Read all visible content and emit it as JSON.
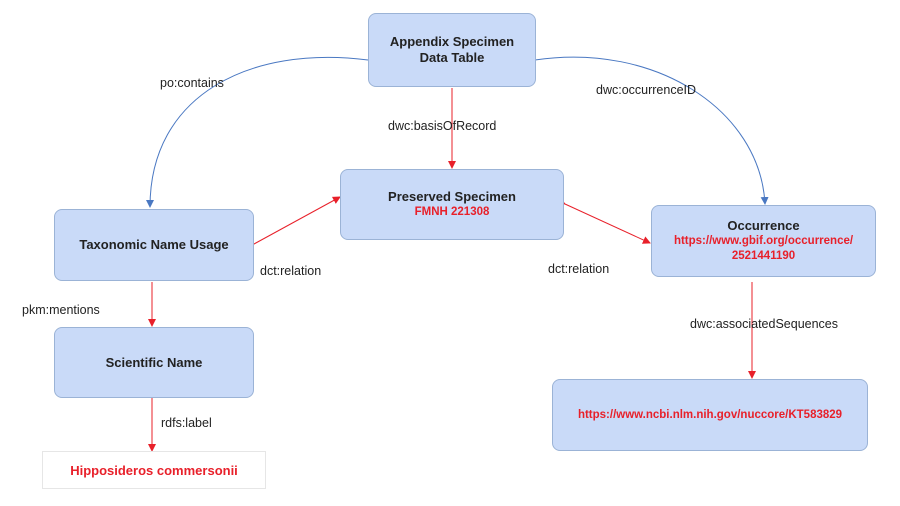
{
  "nodes": {
    "appendix": {
      "title_line1": "Appendix Specimen",
      "title_line2": "Data Table"
    },
    "preserved": {
      "title": "Preserved Specimen",
      "value": "FMNH 221308"
    },
    "taxonomic": {
      "title": "Taxonomic Name Usage"
    },
    "occurrence": {
      "title": "Occurrence",
      "value_line1": "https://www.gbif.org/occurrence/",
      "value_line2": "2521441190"
    },
    "scientific": {
      "title": "Scientific Name"
    },
    "ncbi": {
      "value": "https://www.ncbi.nlm.nih.gov/nuccore/KT583829"
    },
    "hipposideros": {
      "value": "Hipposideros commersonii"
    }
  },
  "edges": {
    "contains": "po:contains",
    "basis": "dwc:basisOfRecord",
    "occurrence_id": "dwc:occurrenceID",
    "relation_left": "dct:relation",
    "relation_right": "dct:relation",
    "mentions": "pkm:mentions",
    "associated": "dwc:associatedSequences",
    "label": "rdfs:label"
  },
  "colors": {
    "node_fill": "#c9daf8",
    "red_arrow": "#e8202a",
    "blue_arrow": "#4a78c2",
    "red_text": "#e8202a"
  }
}
